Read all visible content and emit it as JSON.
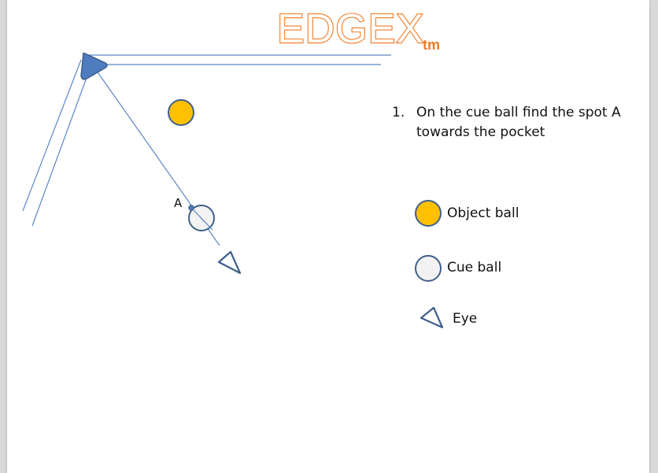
{
  "logo": {
    "text": "EDGEX",
    "tm": "tm"
  },
  "instructions": [
    {
      "number": "1.",
      "text": "On the cue ball find the spot A towards the pocket"
    }
  ],
  "diagram": {
    "spot_label": "A"
  },
  "legend": {
    "object_ball": "Object ball",
    "cue_ball": "Cue ball",
    "eye": "Eye"
  },
  "colors": {
    "object_ball_fill": "#ffc000",
    "shape_stroke": "#3f5f8a",
    "cue_ball_fill": "#f2f2f2",
    "pocket_fill": "#4f7bbf",
    "line": "#5b86c2",
    "logo": "#f07a24"
  }
}
